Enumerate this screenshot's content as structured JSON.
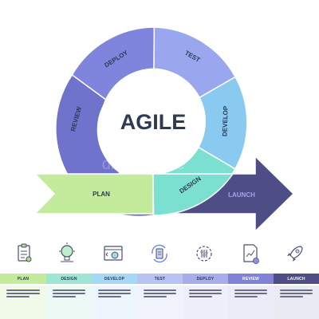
{
  "title": "AGILE",
  "phases": {
    "deploy": "DEPLOY",
    "test": "TEST",
    "develop": "DEVELOP",
    "design": "DESIGN",
    "review": "REVIEW",
    "plan": "PLAN",
    "launch": "LAUNCH"
  },
  "watermark": "dreamstime",
  "bottom_bar": [
    "PLAN",
    "DESIGN",
    "DEVELOP",
    "TEST",
    "DEPLOY",
    "REVIEW",
    "LAUNCH"
  ],
  "icons": [
    "clipboard-icon",
    "lightbulb-icon",
    "code-window-icon",
    "cycle-checklist-icon",
    "gear-sliders-icon",
    "report-icon",
    "rocket-icon"
  ],
  "colors": {
    "deploy": "#7f85dc",
    "test": "#9aa6ee",
    "develop": "#8ac9f0",
    "design": "#7be0d0",
    "review": "#7073cc",
    "plan": "#c3eb9b",
    "launch": "#4e4d86",
    "text_dark": "#2d3b52"
  }
}
